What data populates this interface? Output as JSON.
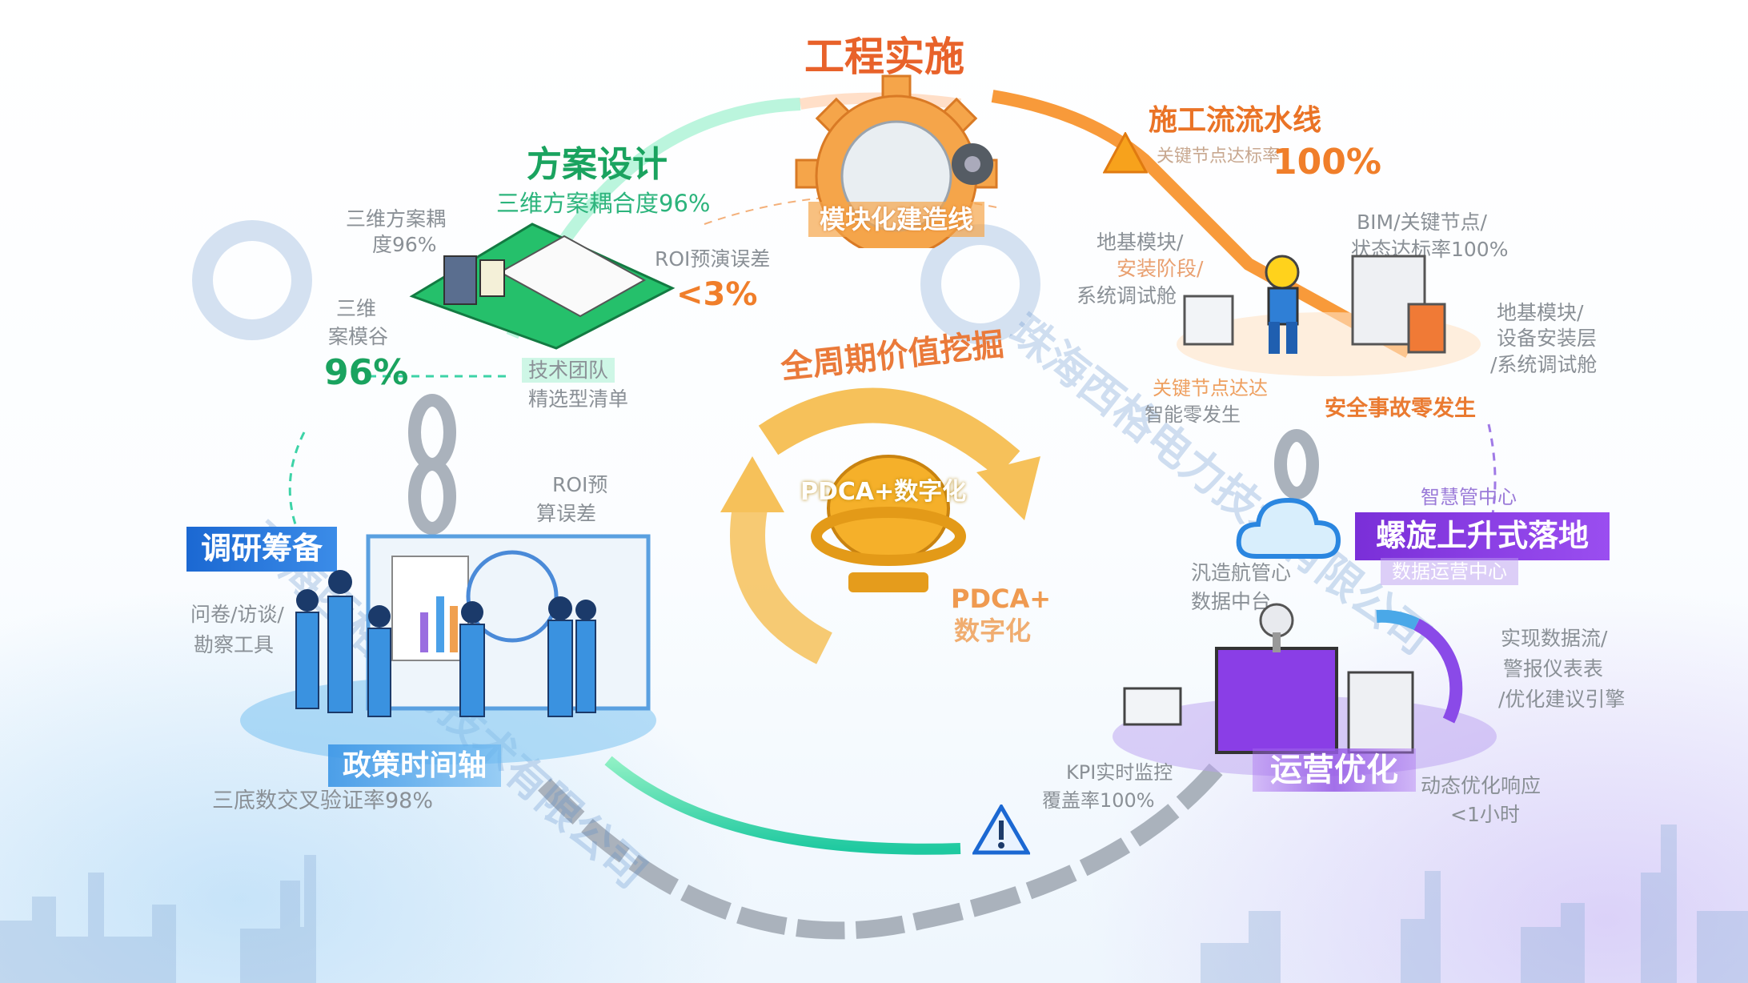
{
  "watermark": "珠海西格电力技术有限公司",
  "center": {
    "title": "全周期价值挖掘",
    "core_label": "PDCA+数字化",
    "side_label_line1": "PDCA+",
    "side_label_line2": "数字化"
  },
  "engineering": {
    "title": "工程实施",
    "gear_label": "模块化建造线",
    "pipeline_title": "施工流流水线",
    "pipeline_metric_label": "关键节点达标率",
    "pipeline_metric_value": "100%",
    "bim_line1": "BIM/关键节点/",
    "bim_line2": "状态达标率100%",
    "left_note": [
      "地基模块/",
      "安装阶段/",
      "系统调试舱"
    ],
    "right_note": [
      "地基模块/",
      "设备安装层",
      "/系统调试舱"
    ],
    "key_nodes": [
      "关键节点达达",
      "智能零发生"
    ],
    "safety": "安全事故零发生"
  },
  "design": {
    "title": "方案设计",
    "metric": "三维方案耦合度96%",
    "gray_note": [
      "三维方案耦",
      "度96%"
    ],
    "roi_label": "ROI预演误差",
    "roi_value": "<3%",
    "left_note": [
      "三维",
      "案模谷"
    ],
    "left_value": "96%",
    "team_note": [
      "技术团队",
      "精选型清单"
    ]
  },
  "research": {
    "title": "调研筹备",
    "tools": [
      "问卷/访谈/",
      "勘察工具"
    ],
    "roi_note": [
      "ROI预",
      "算误差"
    ],
    "timeline": "政策时间轴",
    "verify": "三底数交叉验证率98%"
  },
  "operations": {
    "smart_center": "智慧管中心",
    "banner": "螺旋上升式落地",
    "sub_banner": "数据运营中心",
    "data_platform": [
      "汎造航管心",
      "数据中台"
    ],
    "realtime": [
      "实现数据流/",
      "警报仪表表",
      "/优化建议引擎"
    ],
    "title": "运营优化",
    "response": [
      "动态优化响应",
      "<1小时"
    ],
    "kpi": [
      "KPI实时监控",
      "覆盖率100%"
    ]
  },
  "colors": {
    "green": "#1aa35f",
    "orange": "#e8622a",
    "blue": "#1b68d2",
    "purple": "#7a2fd8",
    "gold": "#f5b43a"
  }
}
